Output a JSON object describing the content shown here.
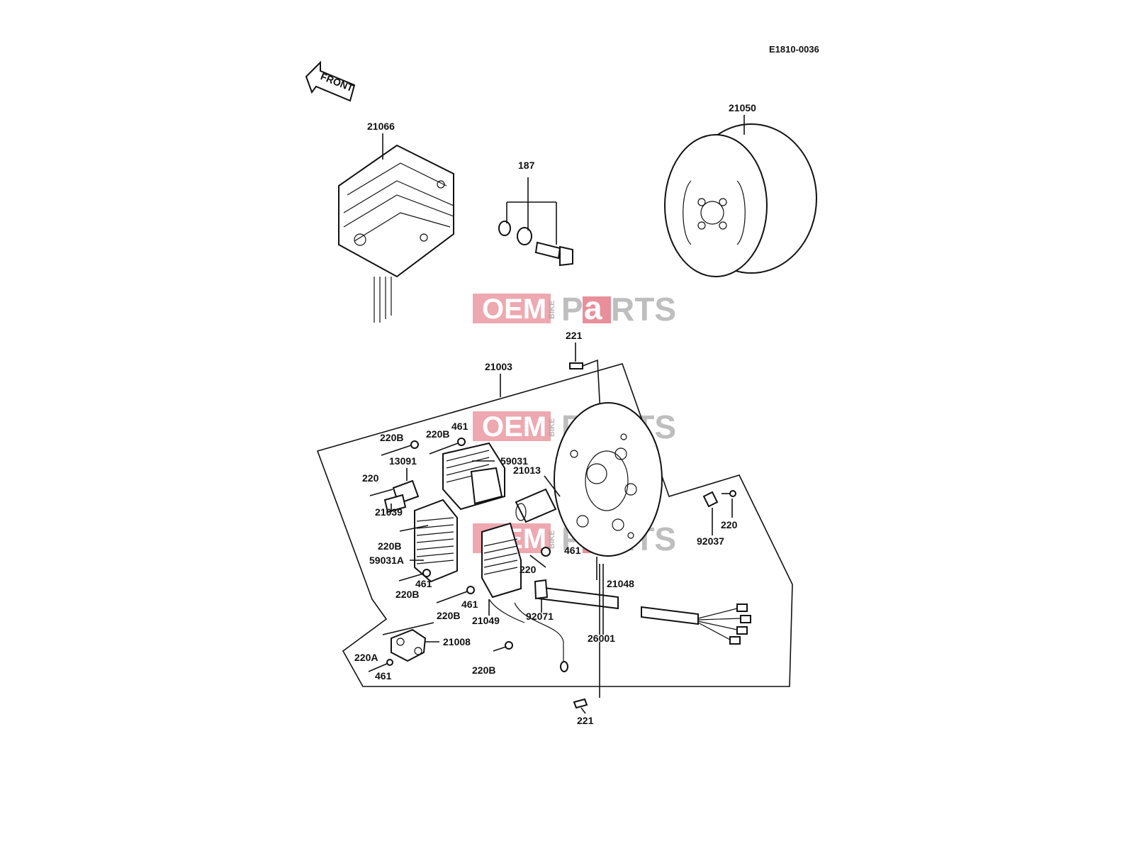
{
  "diagram_code": "E1810-0036",
  "front_arrow_label": "FRONT",
  "watermark": {
    "oem": "OEM",
    "bike": "BIKE",
    "p": "P",
    "a": "a",
    "rts": "RTS"
  },
  "labels": {
    "regulator": "21066",
    "bolt_set": "187",
    "rotor": "21050",
    "stator_assembly": "21003",
    "screw_top": "221",
    "screw_bottom": "221",
    "screw_220b_1": "220B",
    "screw_220b_2": "220B",
    "screw_220b_3": "220B",
    "screw_220b_4": "220B",
    "screw_220b_5": "220B",
    "screw_220b_6": "220B",
    "washer_461_1": "461",
    "washer_461_2": "461",
    "washer_461_3": "461",
    "washer_461_4": "461",
    "washer_461_5": "461",
    "plate_13091": "13091",
    "screw_220_1": "220",
    "screw_220_2": "220",
    "screw_220_3": "220",
    "bracket_21039": "21039",
    "coil_59031": "59031",
    "coil_59031a": "59031A",
    "coil_21013": "21013",
    "plate_21048": "21048",
    "coil_21049": "21049",
    "grommet_92071": "92071",
    "harness_26001": "26001",
    "pickup_21008": "21008",
    "screw_220a": "220A",
    "clamp_92037": "92037"
  }
}
